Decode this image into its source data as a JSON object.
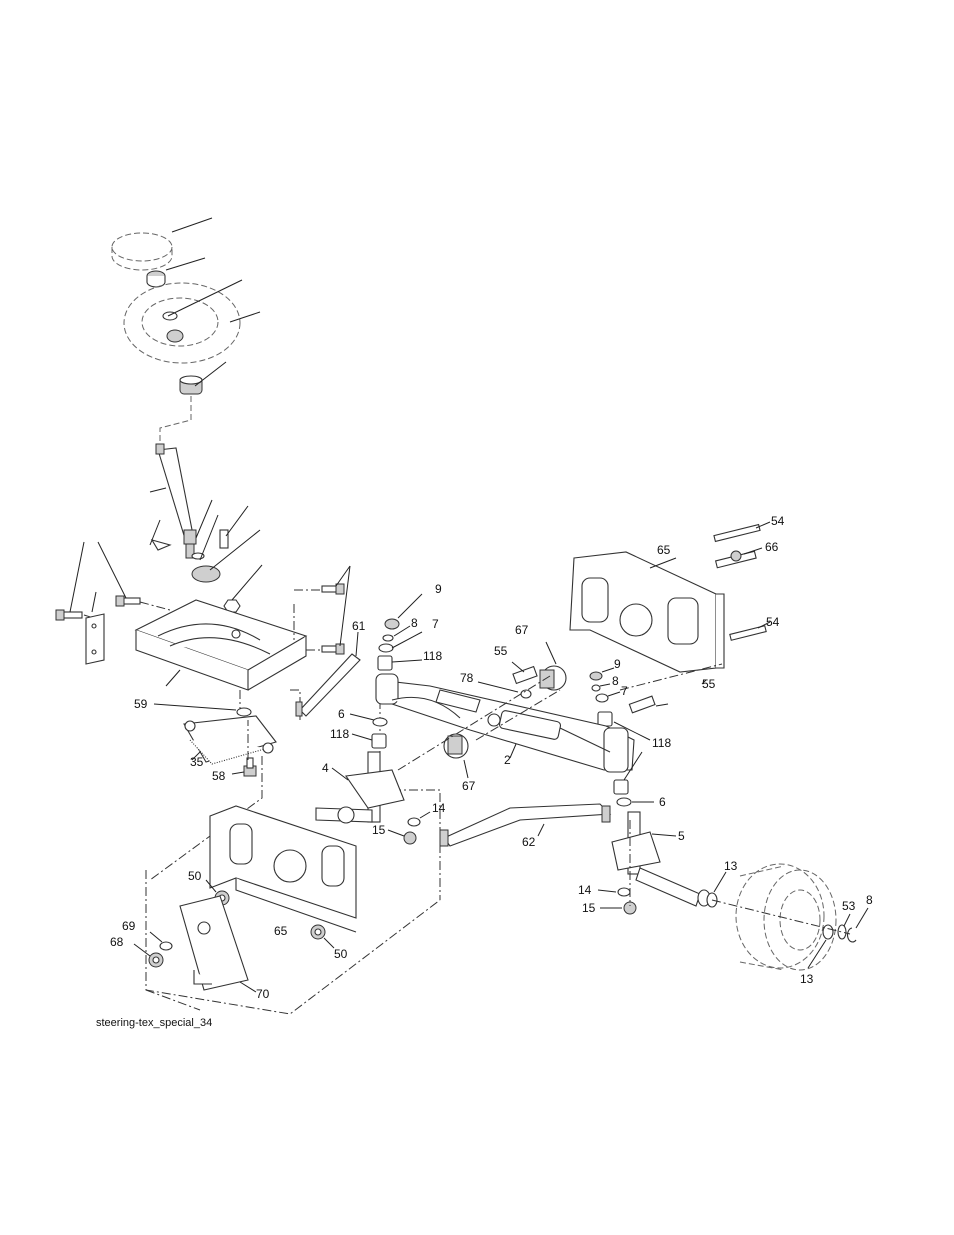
{
  "diagram": {
    "caption": "steering-tex_special_34",
    "callouts": [
      {
        "id": "c9a",
        "text": "9"
      },
      {
        "id": "c8a",
        "text": "8"
      },
      {
        "id": "c7a",
        "text": "7"
      },
      {
        "id": "c118a",
        "text": "118"
      },
      {
        "id": "c61",
        "text": "61"
      },
      {
        "id": "c65a",
        "text": "65"
      },
      {
        "id": "c54a",
        "text": "54"
      },
      {
        "id": "c66",
        "text": "66"
      },
      {
        "id": "c54b",
        "text": "54"
      },
      {
        "id": "c55a",
        "text": "55"
      },
      {
        "id": "c67a",
        "text": "67"
      },
      {
        "id": "c78",
        "text": "78"
      },
      {
        "id": "c9b",
        "text": "9"
      },
      {
        "id": "c8b",
        "text": "8"
      },
      {
        "id": "c7b",
        "text": "7"
      },
      {
        "id": "c55b",
        "text": "55"
      },
      {
        "id": "c59",
        "text": "59"
      },
      {
        "id": "c6a",
        "text": "6"
      },
      {
        "id": "c118b",
        "text": "118"
      },
      {
        "id": "c118c",
        "text": "118"
      },
      {
        "id": "c2",
        "text": "2"
      },
      {
        "id": "c67b",
        "text": "67"
      },
      {
        "id": "c35",
        "text": "35"
      },
      {
        "id": "c58",
        "text": "58"
      },
      {
        "id": "c4",
        "text": "4"
      },
      {
        "id": "c14a",
        "text": "14"
      },
      {
        "id": "c15a",
        "text": "15"
      },
      {
        "id": "c6b",
        "text": "6"
      },
      {
        "id": "c5",
        "text": "5"
      },
      {
        "id": "c62",
        "text": "62"
      },
      {
        "id": "c13a",
        "text": "13"
      },
      {
        "id": "c14b",
        "text": "14"
      },
      {
        "id": "c15b",
        "text": "15"
      },
      {
        "id": "c53",
        "text": "53"
      },
      {
        "id": "c8c",
        "text": "8"
      },
      {
        "id": "c13b",
        "text": "13"
      },
      {
        "id": "c50a",
        "text": "50"
      },
      {
        "id": "c69",
        "text": "69"
      },
      {
        "id": "c68",
        "text": "68"
      },
      {
        "id": "c65b",
        "text": "65"
      },
      {
        "id": "c50b",
        "text": "50"
      },
      {
        "id": "c70",
        "text": "70"
      }
    ]
  }
}
